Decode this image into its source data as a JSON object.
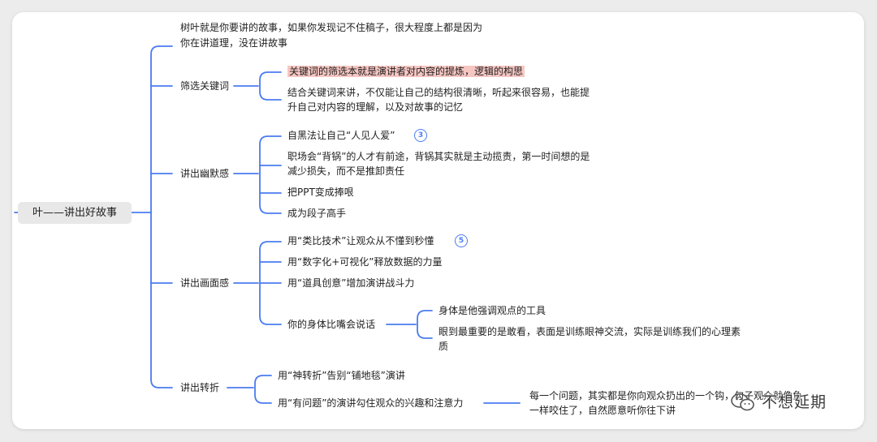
{
  "root": {
    "label": "叶——讲出好故事"
  },
  "intro": {
    "line1": "树叶就是你要讲的故事，如果你发现记不住稿子，很大程度上都是因为",
    "line2": "你在讲道理，没在讲故事"
  },
  "branches": {
    "keywords": {
      "label": "筛选关键词",
      "item1": "关键词的筛选本就是演讲者对内容的提炼，逻辑的构思",
      "item2_line1": "结合关键词来讲，不仅能让自己的结构很清晰，听起来很容易，也能提",
      "item2_line2": "升自己对内容的理解，以及对故事的记忆"
    },
    "humor": {
      "label": "讲出幽默感",
      "item1": "自黑法让自己“人见人爱”",
      "item1_badge": "3",
      "item2_line1": "职场会“背锅”的人才有前途，背锅其实就是主动揽责，第一时间想的是",
      "item2_line2": "减少损失，而不是推卸责任",
      "item3": "把PPT变成捧哏",
      "item4": "成为段子高手"
    },
    "imagery": {
      "label": "讲出画面感",
      "item1": "用“类比技术”让观众从不懂到秒懂",
      "item1_badge": "5",
      "item2": "用“数字化+可视化”释放数据的力量",
      "item3": "用“道具创意”增加演讲战斗力",
      "item4": "你的身体比嘴会说话",
      "sub1": "身体是他强调观点的工具",
      "sub2_line1": "眼到最重要的是敢看，表面是训练眼神交流，实际是训练我们的心理素",
      "sub2_line2": "质"
    },
    "twist": {
      "label": "讲出转折",
      "item1": "用“神转折”告别“铺地毯”演讲",
      "item2": "用“有问题”的演讲勾住观众的兴趣和注意力",
      "sub1_line1": "每一个问题，其实都是你向观众扔出的一个钩，勾子观众就像鱼",
      "sub1_line2": "一样咬住了，自然愿意听你往下讲"
    }
  },
  "watermark": {
    "text": "不想延期",
    "icon": "wechat-icon"
  },
  "colors": {
    "connector": "#4a7cf0",
    "highlight": "#f6c6c2",
    "root_bg": "#e8e8e8"
  }
}
